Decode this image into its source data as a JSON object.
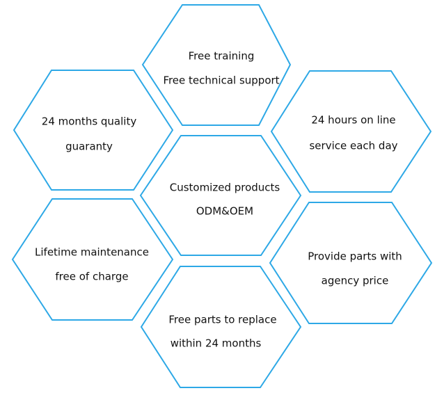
{
  "colors": {
    "background": "#ffffff",
    "hex_stroke": "#2da8e6",
    "text": "#111111"
  },
  "hexagons": [
    {
      "id": "free-training",
      "lines": [
        "Free training",
        "Free technical support"
      ]
    },
    {
      "id": "quality-guaranty",
      "lines": [
        "24 months quality",
        "guaranty"
      ]
    },
    {
      "id": "online-service",
      "lines": [
        "24 hours on line",
        "service each day"
      ]
    },
    {
      "id": "customized-products",
      "lines": [
        "Customized products",
        "ODM&OEM"
      ]
    },
    {
      "id": "lifetime-maintenance",
      "lines": [
        "Lifetime maintenance",
        "free of charge"
      ]
    },
    {
      "id": "agency-price",
      "lines": [
        "Provide parts with",
        "agency price"
      ]
    },
    {
      "id": "free-parts",
      "lines": [
        "Free parts to replace",
        "within 24 months"
      ]
    }
  ]
}
